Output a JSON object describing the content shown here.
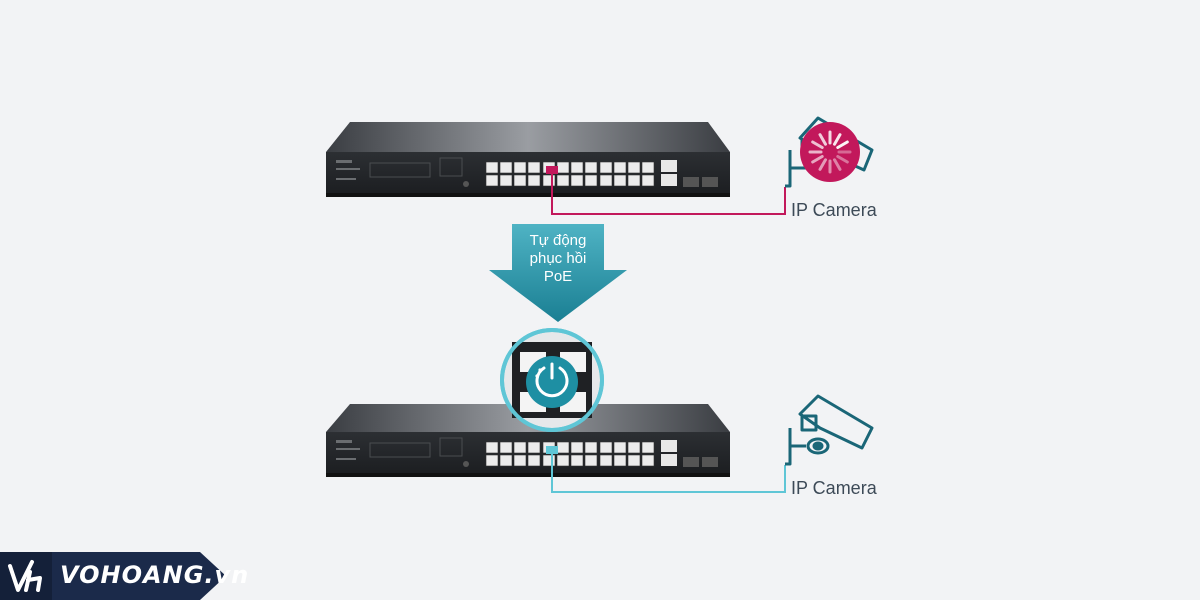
{
  "top": {
    "camera_label": "IP Camera",
    "link_color": "#c2185b",
    "camera_color": "#c2185b"
  },
  "arrow": {
    "lines": [
      "Tự động",
      "phục hồi",
      "PoE"
    ],
    "color": "#1e8fa3"
  },
  "bottom": {
    "camera_label": "IP Camera",
    "link_color": "#5fc6d6",
    "camera_color": "#1a6677"
  },
  "brand": {
    "text": "VOHOANG.vn",
    "background": "#1b2a4a"
  },
  "icons": {
    "top_camera": "ip-camera-icon",
    "loading": "loading-spinner-icon",
    "restore": "power-restore-icon",
    "bottom_camera": "ip-camera-icon",
    "logo": "vh-logo-icon"
  }
}
